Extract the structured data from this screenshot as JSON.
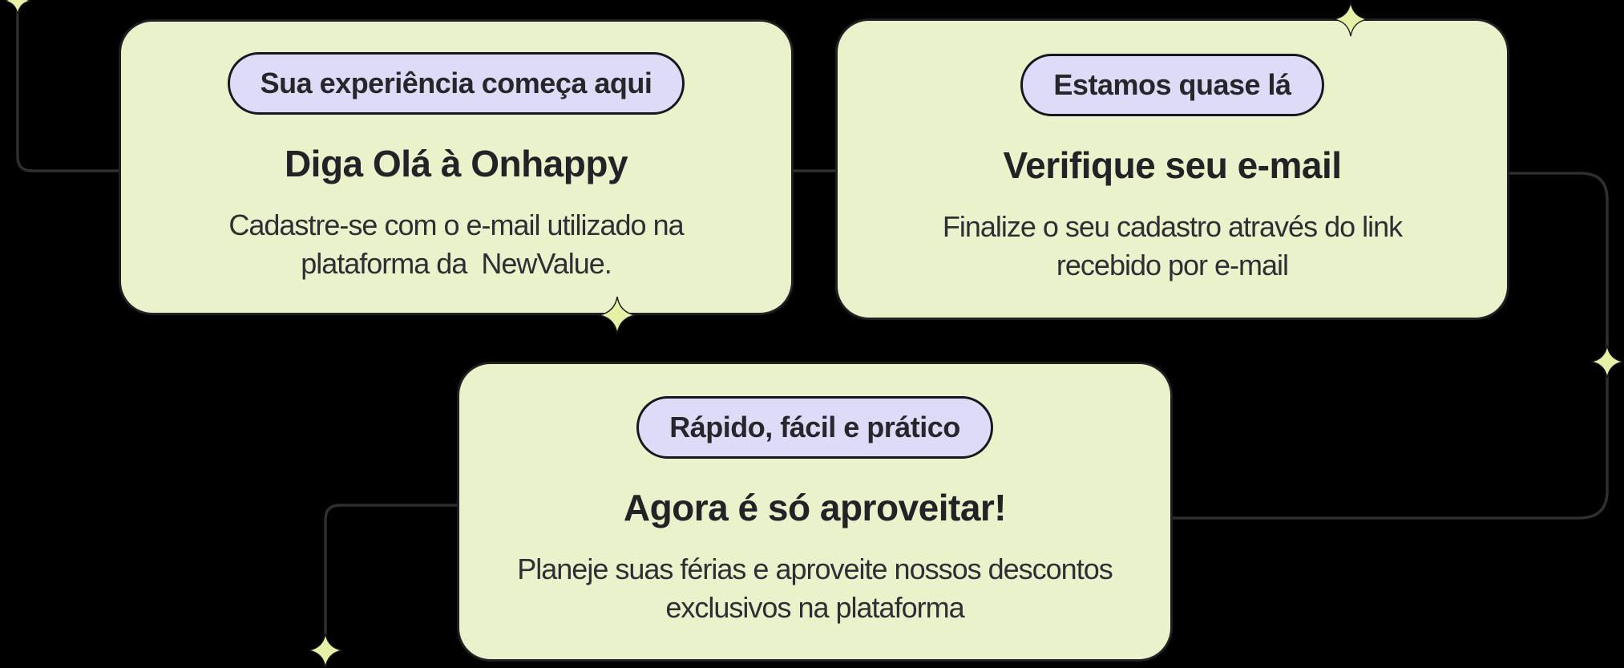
{
  "theme": {
    "background": "#000000",
    "card_fill": "#EAF2CB",
    "card_border": "#1F1F24",
    "badge_fill": "#DDDBF8",
    "badge_border": "#17171F",
    "badge_text": "#26262B",
    "heading_color": "#222227",
    "body_color": "#2E2E34",
    "sparkle_fill": "#E7F0A5",
    "connector_color": "#2F2F2F"
  },
  "cards": [
    {
      "badge": "Sua experiência começa aqui",
      "title": "Diga Olá à Onhappy",
      "body": "Cadastre-se com o e-mail utilizado na\nplataforma da  NewValue."
    },
    {
      "badge": "Estamos quase lá",
      "title": "Verifique seu e-mail",
      "body": "Finalize o seu cadastro através do link\nrecebido por e-mail"
    },
    {
      "badge": "Rápido, fácil e prático",
      "title": "Agora é só aproveitar!",
      "body": "Planeje suas férias e aproveite nossos descontos\nexclusivos na plataforma"
    }
  ]
}
